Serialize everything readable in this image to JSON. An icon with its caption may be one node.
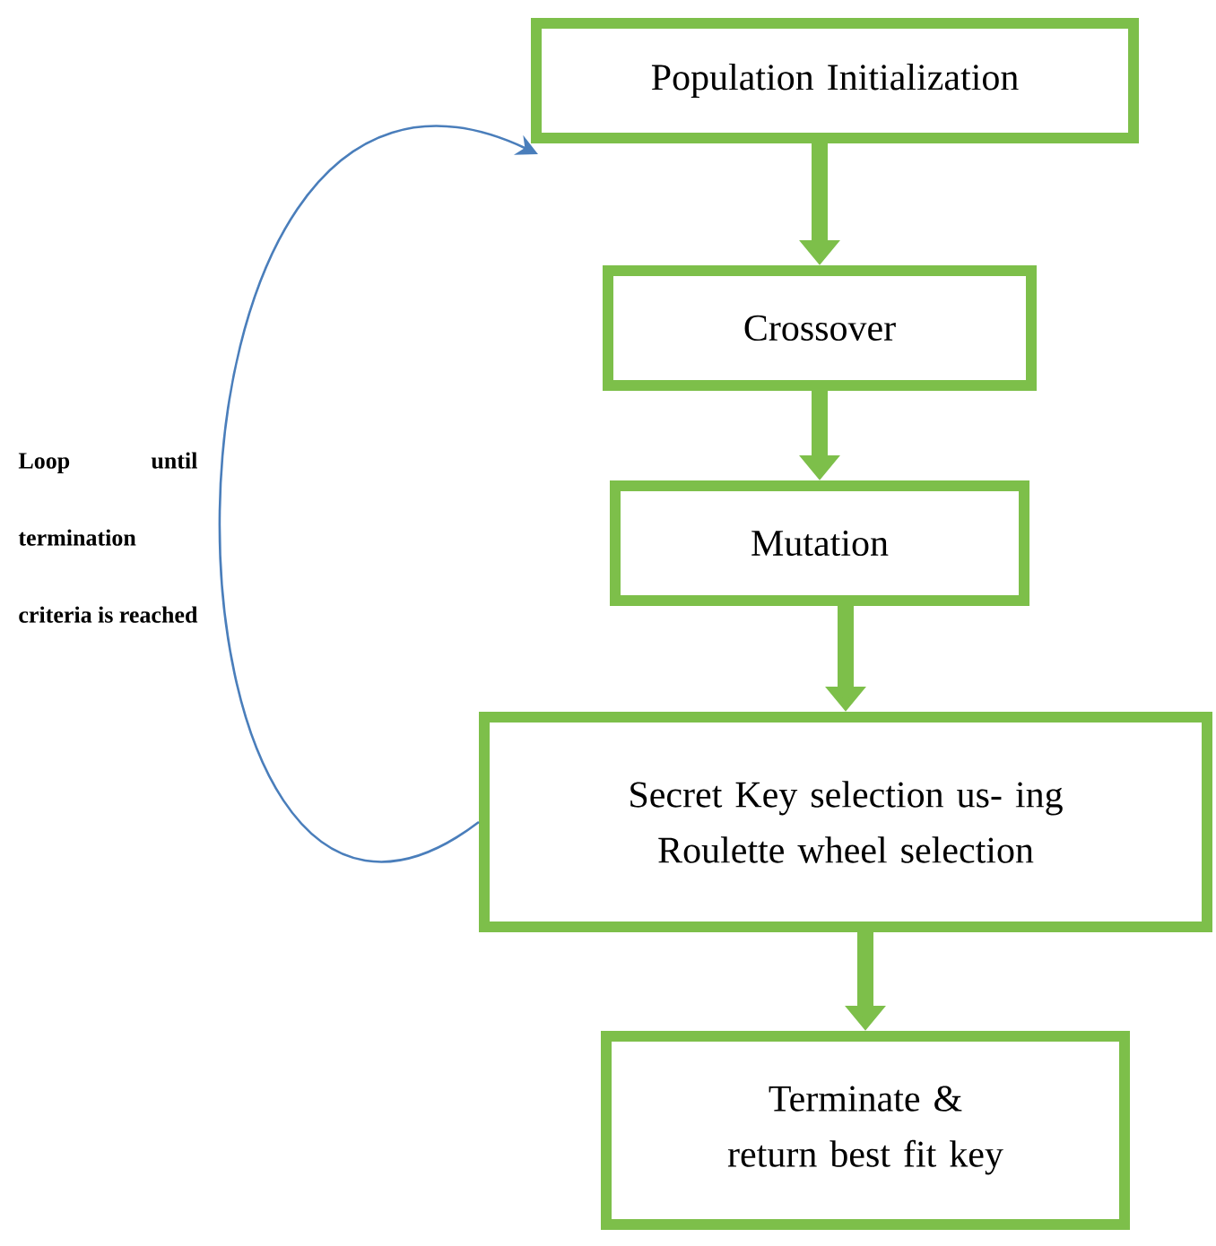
{
  "diagram": {
    "nodes": [
      {
        "text": [
          "Population Initialization"
        ]
      },
      {
        "text": [
          "Crossover"
        ]
      },
      {
        "text": [
          "Mutation"
        ]
      },
      {
        "text": [
          "Secret Key selection us- ing Roulette wheel selection"
        ]
      },
      {
        "text": [
          "Terminate & return best fit key"
        ]
      }
    ],
    "edges": [
      {
        "from": 0,
        "to": 1,
        "arrow": "to"
      },
      {
        "from": 1,
        "to": 2,
        "arrow": "to"
      },
      {
        "from": 2,
        "to": 3,
        "arrow": "to"
      },
      {
        "from": 3,
        "to": 4,
        "arrow": "to"
      },
      {
        "from": 3,
        "to": 0,
        "arrow": "to",
        "color": "#4a7ebb"
      }
    ],
    "labels": [
      "Loop until termination criteria is reached"
    ]
  }
}
